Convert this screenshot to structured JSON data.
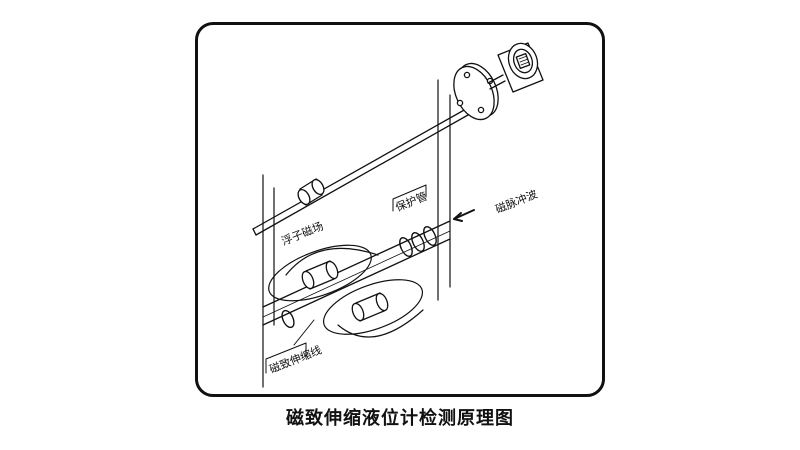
{
  "diagram": {
    "labels": {
      "float_field": "浮子磁场",
      "protective_tube": "保护管",
      "magnetic_pulse": "磁脉冲波",
      "magnetostrictive_wire": "磁致伸缩线"
    }
  },
  "caption": "磁致伸缩液位计检测原理图"
}
